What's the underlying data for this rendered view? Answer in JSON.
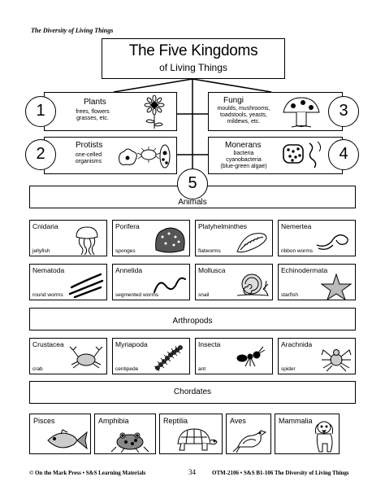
{
  "header": {
    "section_label": "The Diversity of Living Things"
  },
  "title": {
    "main": "The Five Kingdoms",
    "sub": "of Living Things"
  },
  "kingdoms": [
    {
      "number": "1",
      "name": "Plants",
      "desc": [
        "frees, flowers",
        "grasses, etc."
      ],
      "icon": "sunflower-icon"
    },
    {
      "number": "2",
      "name": "Protists",
      "desc": [
        "one-celled",
        "organisms"
      ],
      "icon": "protist-icon"
    },
    {
      "number": "3",
      "name": "Fungi",
      "desc": [
        "moulds, mushrooms,",
        "toadstools, yeasts,",
        "mildews, etc."
      ],
      "icon": "mushroom-icon"
    },
    {
      "number": "4",
      "name": "Monerans",
      "desc": [
        "bacteria",
        "cyanobacteria",
        "(blue-green algae)"
      ],
      "icon": "bacteria-icon"
    },
    {
      "number": "5"
    }
  ],
  "bands": {
    "animals": "Animals",
    "arthropods": "Arthropods",
    "chordates": "Chordates"
  },
  "animal_rows": [
    [
      {
        "name": "Cnidaria",
        "common": "jellyfish",
        "icon": "jellyfish-icon"
      },
      {
        "name": "Porifera",
        "common": "sponges",
        "icon": "sponge-icon"
      },
      {
        "name": "Platyhelminthes",
        "common": "flatworms",
        "icon": "flatworm-icon"
      },
      {
        "name": "Nemertea",
        "common": "ribbon worms",
        "icon": "ribbon-worm-icon"
      }
    ],
    [
      {
        "name": "Nematoda",
        "common": "round worms",
        "icon": "roundworm-icon"
      },
      {
        "name": "Annelida",
        "common": "segmented worms",
        "icon": "segmented-worm-icon"
      },
      {
        "name": "Mollusca",
        "common": "snail",
        "icon": "snail-icon"
      },
      {
        "name": "Echinodermata",
        "common": "starfish",
        "icon": "starfish-icon"
      }
    ]
  ],
  "arthropods": [
    {
      "name": "Crustacea",
      "common": "crab",
      "icon": "crab-icon"
    },
    {
      "name": "Myriapoda",
      "common": "centipede",
      "icon": "centipede-icon"
    },
    {
      "name": "Insecta",
      "common": "ant",
      "icon": "ant-icon"
    },
    {
      "name": "Arachnida",
      "common": "spider",
      "icon": "spider-icon"
    }
  ],
  "chordates": [
    {
      "name": "Pisces",
      "icon": "fish-icon"
    },
    {
      "name": "Amphibia",
      "icon": "frog-icon"
    },
    {
      "name": "Reptilia",
      "icon": "turtle-icon"
    },
    {
      "name": "Aves",
      "icon": "bird-icon"
    },
    {
      "name": "Mammalia",
      "icon": "dog-icon"
    }
  ],
  "footer": {
    "left": "© On the Mark Press • S&S Learning Materials",
    "page": "34",
    "right": "OTM-2106 • S&S B1-106 The Diversity of Living Things"
  }
}
